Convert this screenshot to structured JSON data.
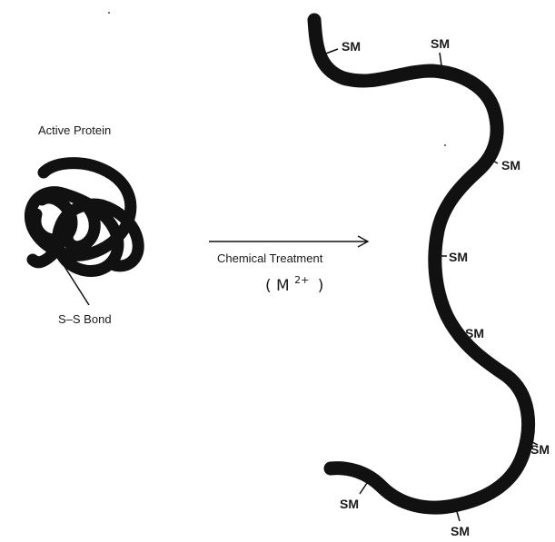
{
  "diagram": {
    "title_active_protein": "Active Protein",
    "label_ss_bond": "S–S Bond",
    "arrow_label": "Chemical Treatment",
    "arrow_condition": "( M",
    "arrow_condition_sup": "2+",
    "arrow_condition_close": ")",
    "sm_labels": [
      "SM",
      "SM",
      "SM",
      "SM",
      "SM",
      "SM",
      "SM",
      "SM"
    ],
    "colors": {
      "ink": "#111111",
      "background": "#ffffff"
    }
  }
}
